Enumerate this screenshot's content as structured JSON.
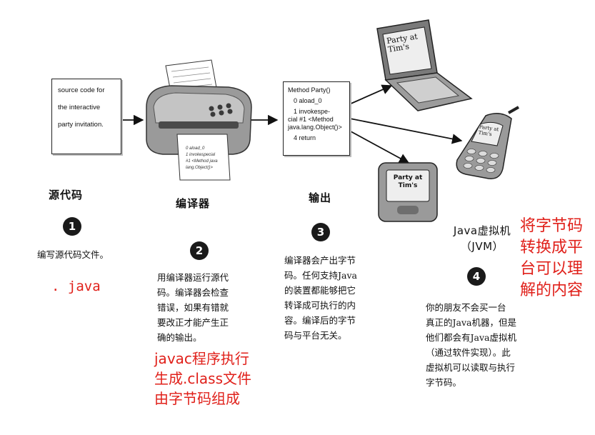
{
  "source": {
    "doc_lines": [
      "source code for",
      "the interactive",
      "party invitation."
    ],
    "title": "源代码",
    "number": "1",
    "desc": "编写源代码文件。",
    "note": ". java"
  },
  "compiler": {
    "title": "编译器",
    "number": "2",
    "desc": "用编译器运行源代\n码。编译器会检查\n错误，如果有错就\n要改正才能产生正\n确的输出。",
    "note": "javac程序执行\n生成.class文件\n由字节码组成",
    "paper_lines": [
      "0 aload_0",
      "1 invokespecial",
      "#1 <Method java",
      "lang.Object()>"
    ]
  },
  "output": {
    "doc_lines": [
      "Method Party()",
      "0 aload_0",
      "1 invokespe-",
      "cial #1 <Method",
      "java.lang.Object()>",
      "4 return"
    ],
    "title": "输出",
    "number": "3",
    "desc": "编译器会产出字节\n码。任何支持Java\n的装置都能够把它\n转译成可执行的内\n容。编译后的字节\n码与平台无关。"
  },
  "jvm": {
    "title": "Java虚拟机\n（JVM）",
    "number": "4",
    "desc": "你的朋友不会买一台\n真正的Java机器，但是\n他们都会有Java虚拟机\n（通过软件实现）。此\n虚拟机可以读取与执行\n字节码。",
    "note": "将字节码\n转换成平\n台可以理\n解的内容",
    "screen_text": "Party at Tim's"
  },
  "colors": {
    "accent_red": "#e0201a",
    "ink": "#111111"
  }
}
